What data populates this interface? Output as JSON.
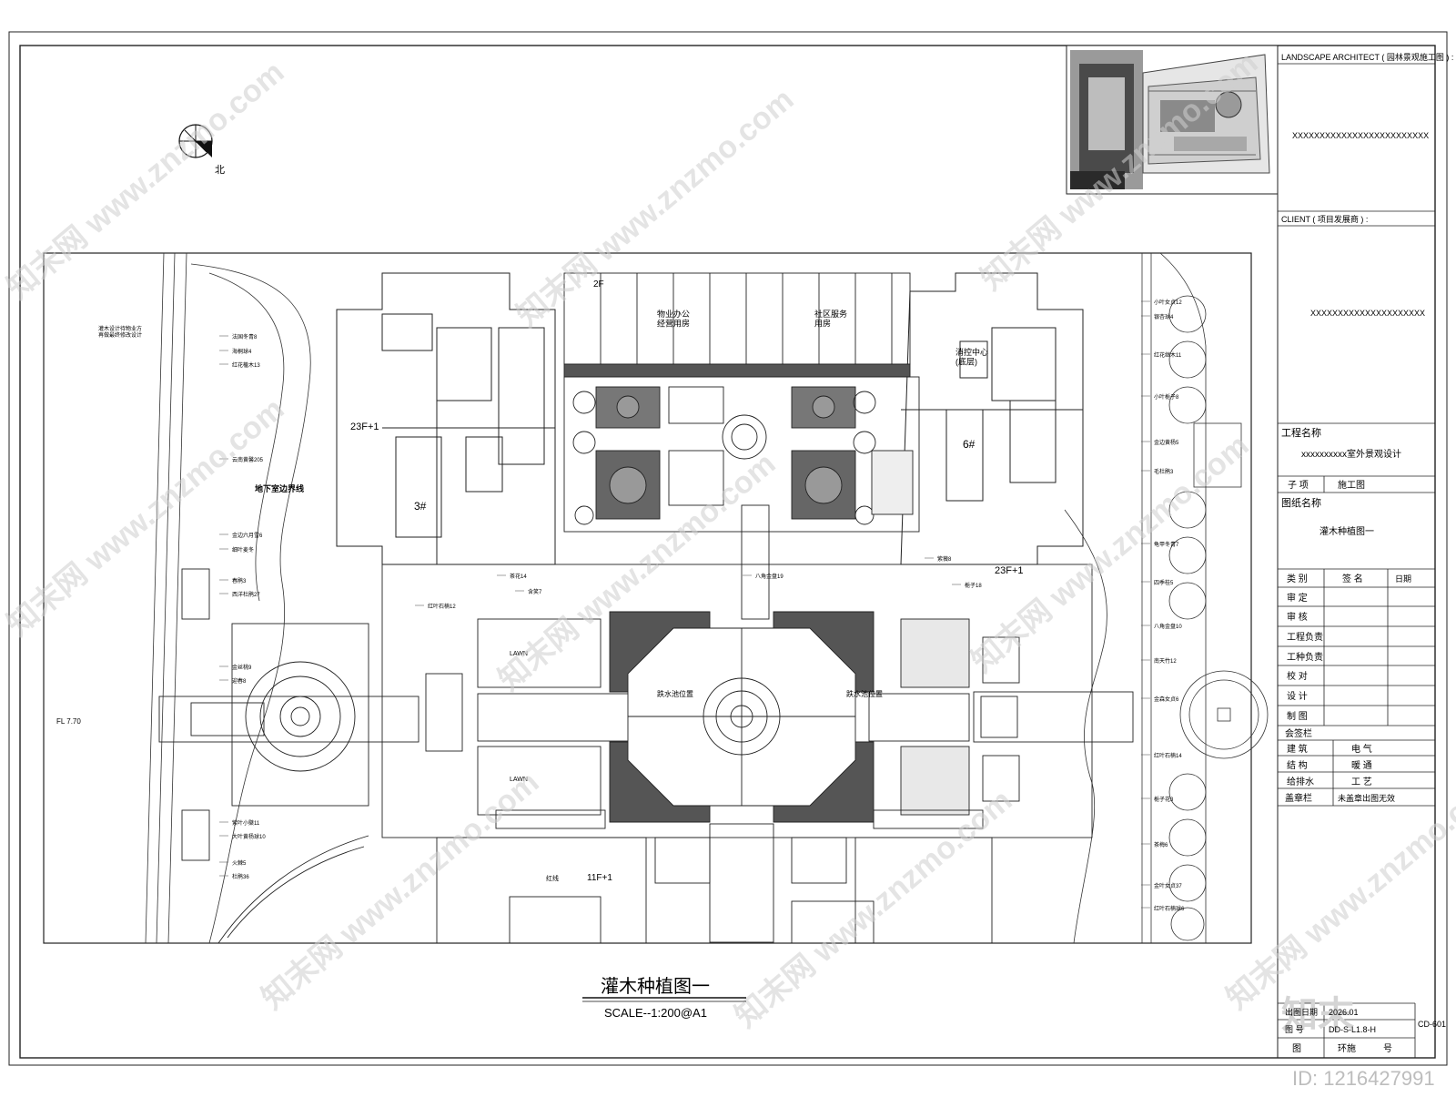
{
  "drawing": {
    "main_title": "灌木种植图一",
    "scale": "SCALE--1:200@A1",
    "north_label": "北",
    "elevation": "FL 7.70",
    "buildings": {
      "b3_floors": "23F+1",
      "b3_tag": "3#",
      "b6_tag": "6#",
      "b6_floors": "23F+1",
      "podium": "11F+1",
      "second_floor": "2F",
      "property_office": "物业办公\n经营用房",
      "community_service": "社区服务\n用房",
      "fire_control": "消控中心\n(底层)"
    },
    "areas": {
      "lawn": "LAWN",
      "basement_line": "地下室边界线",
      "pool_position": "跌水池位置",
      "red_line": "红线",
      "design_note": "灌木设计待物业方\n再做最终修改设计"
    },
    "plant_labels": [
      "小叶女贞12",
      "银杏球4",
      "红花继木11",
      "小叶栀子8",
      "金边黄杨5",
      "毛杜鹃3",
      "龟甲冬青7",
      "四季桂5",
      "八角金盘10",
      "南天竹12",
      "金森女贞6",
      "红叶石楠14",
      "栀子花3",
      "茶梅6",
      "金叶女贞37",
      "红叶石楠球6",
      "云南黄馨205",
      "法国冬青8",
      "海桐球4",
      "红花檵木13",
      "金边六月雪6",
      "细叶麦冬",
      "春鹃3",
      "西洋杜鹃27",
      "金丝桃9",
      "迎春8",
      "紫叶小檗11",
      "大叶黄杨球10",
      "火棘5",
      "杜鹃36",
      "茶花14",
      "含笑7",
      "红叶石楠12",
      "八角金盘19",
      "紫薇8",
      "栀子18"
    ],
    "watermarks": [
      "知末网 www.znzmo.com"
    ],
    "stamp": "知末",
    "image_id": "ID: 1216427991"
  },
  "title_block": {
    "landscape_architect_label": "LANDSCAPE ARCHITECT ( 园林景观施工图 ) :",
    "architect_value": "XXXXXXXXXXXXXXXXXXXXXXXXX",
    "client_label": "CLIENT ( 项目发展商 ) :",
    "client_value": "XXXXXXXXXXXXXXXXXXXXX",
    "project_name_label": "工程名称",
    "project_name_value": "xxxxxxxxxx室外景观设计",
    "sub_item_label": "子 项",
    "sub_item_value": "施工图",
    "drawing_name_label": "图纸名称",
    "drawing_name_value": "灌木种植图一",
    "sign_header": [
      "类 别",
      "签  名",
      "日期"
    ],
    "sign_rows": [
      "审  定",
      "审  核",
      "工程负责",
      "工种负责",
      "校  对",
      "设  计",
      "制  图"
    ],
    "countersign_label": "会签栏",
    "disciplines": [
      [
        "建  筑",
        "电  气"
      ],
      [
        "结  构",
        "暖  通"
      ],
      [
        "给排水",
        "工  艺"
      ]
    ],
    "seal_label": "盖章栏",
    "seal_value": "未盖章出图无效",
    "date_label": "出图日期",
    "date_value": "2026.01",
    "drawing_no_label": "图  号",
    "drawing_no_value": "DD-S-L1.8-H",
    "code": "CD-601",
    "bottom_labels": [
      "图",
      "环施",
      "号"
    ]
  }
}
